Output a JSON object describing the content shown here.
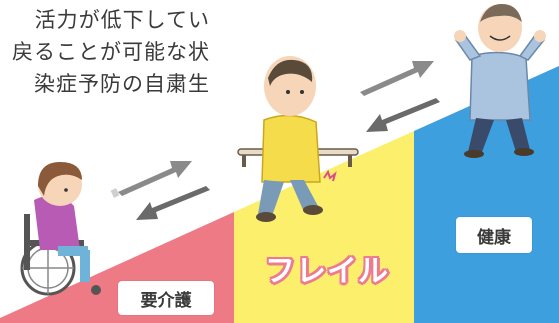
{
  "text_lines": [
    "活力が低下してい",
    "戻ることが可能な状",
    "染症予防の自粛生"
  ],
  "labels": {
    "care": "要介護",
    "frail": "フレイル",
    "health": "健康"
  },
  "colors": {
    "care_zone": "#ee7a86",
    "frail_zone": "#fbef6c",
    "health_zone": "#3d9fdd",
    "arrow_gray": "#777777"
  }
}
